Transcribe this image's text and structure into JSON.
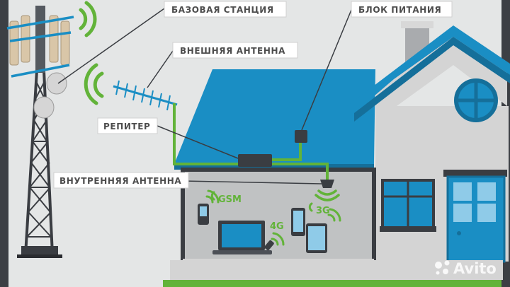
{
  "labels": {
    "base_station": "БАЗОВАЯ СТАНЦИЯ",
    "power_unit": "БЛОК ПИТАНИЯ",
    "external_antenna": "ВНЕШНЯЯ АНТЕННА",
    "repeater": "РЕПИТЕР",
    "internal_antenna": "ВНУТРЕННЯЯ АНТЕННА"
  },
  "networks": {
    "gsm": "GSM",
    "g3": "3G",
    "g4": "4G"
  },
  "watermark": {
    "text": "Avito"
  },
  "colors": {
    "background": "#e4e6e6",
    "roof": "#1a8ec4",
    "roof_dark": "#156f9a",
    "wall": "#d6d6d6",
    "interior": "#c2c2c2",
    "cable": "#62b339",
    "tower": "#3a3d42",
    "label_box": "#ffffff",
    "label_text": "#4d4d4d"
  }
}
